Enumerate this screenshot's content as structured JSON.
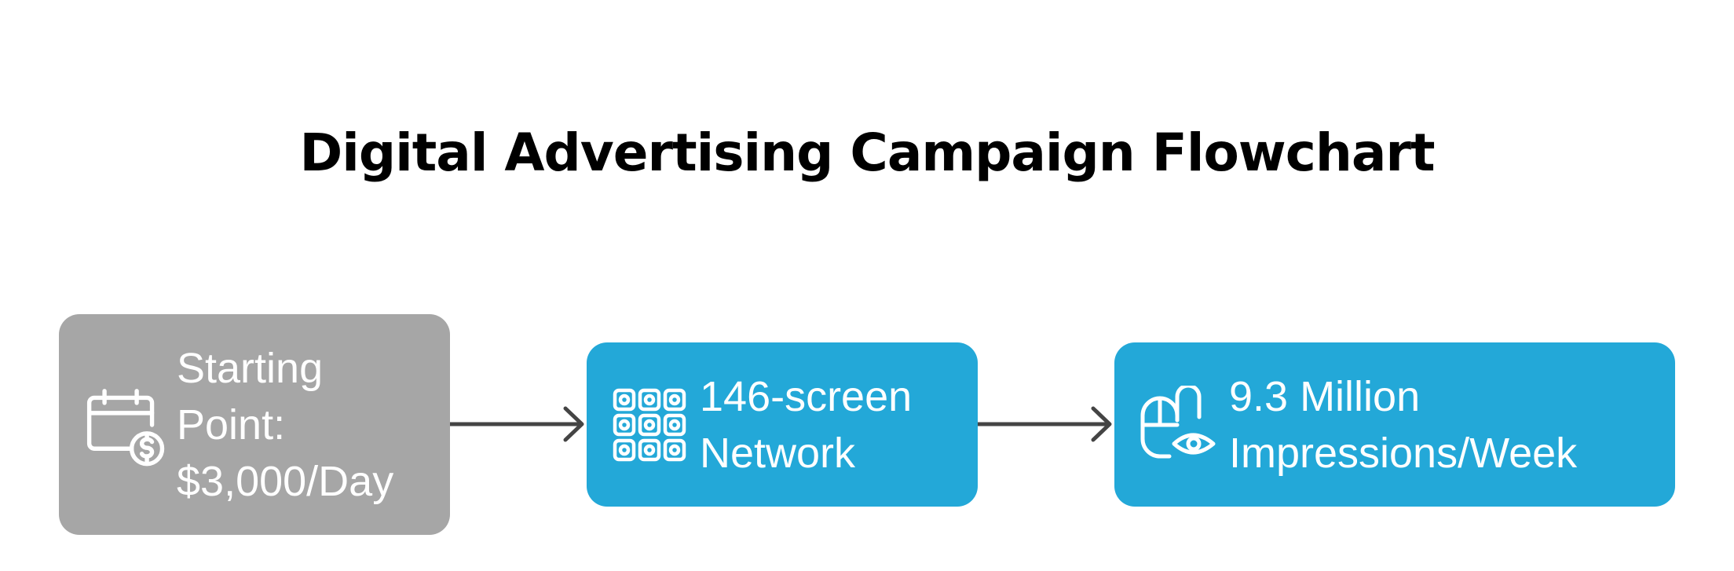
{
  "title": "Digital Advertising Campaign Flowchart",
  "colors": {
    "start_fill": "#a6a6a6",
    "step_fill": "#23a8d8",
    "arrow": "#444444",
    "text_on_node": "#ffffff",
    "title_text": "#000000"
  },
  "nodes": [
    {
      "label": "Starting\nPoint:\n$3,000/Day",
      "icon": "calendar-dollar-icon"
    },
    {
      "label": "146-screen\nNetwork",
      "icon": "screen-grid-icon"
    },
    {
      "label": "9.3 Million\nImpressions/Week",
      "icon": "mouse-eye-icon"
    }
  ],
  "edges": [
    {
      "from": 0,
      "to": 1
    },
    {
      "from": 1,
      "to": 2
    }
  ]
}
